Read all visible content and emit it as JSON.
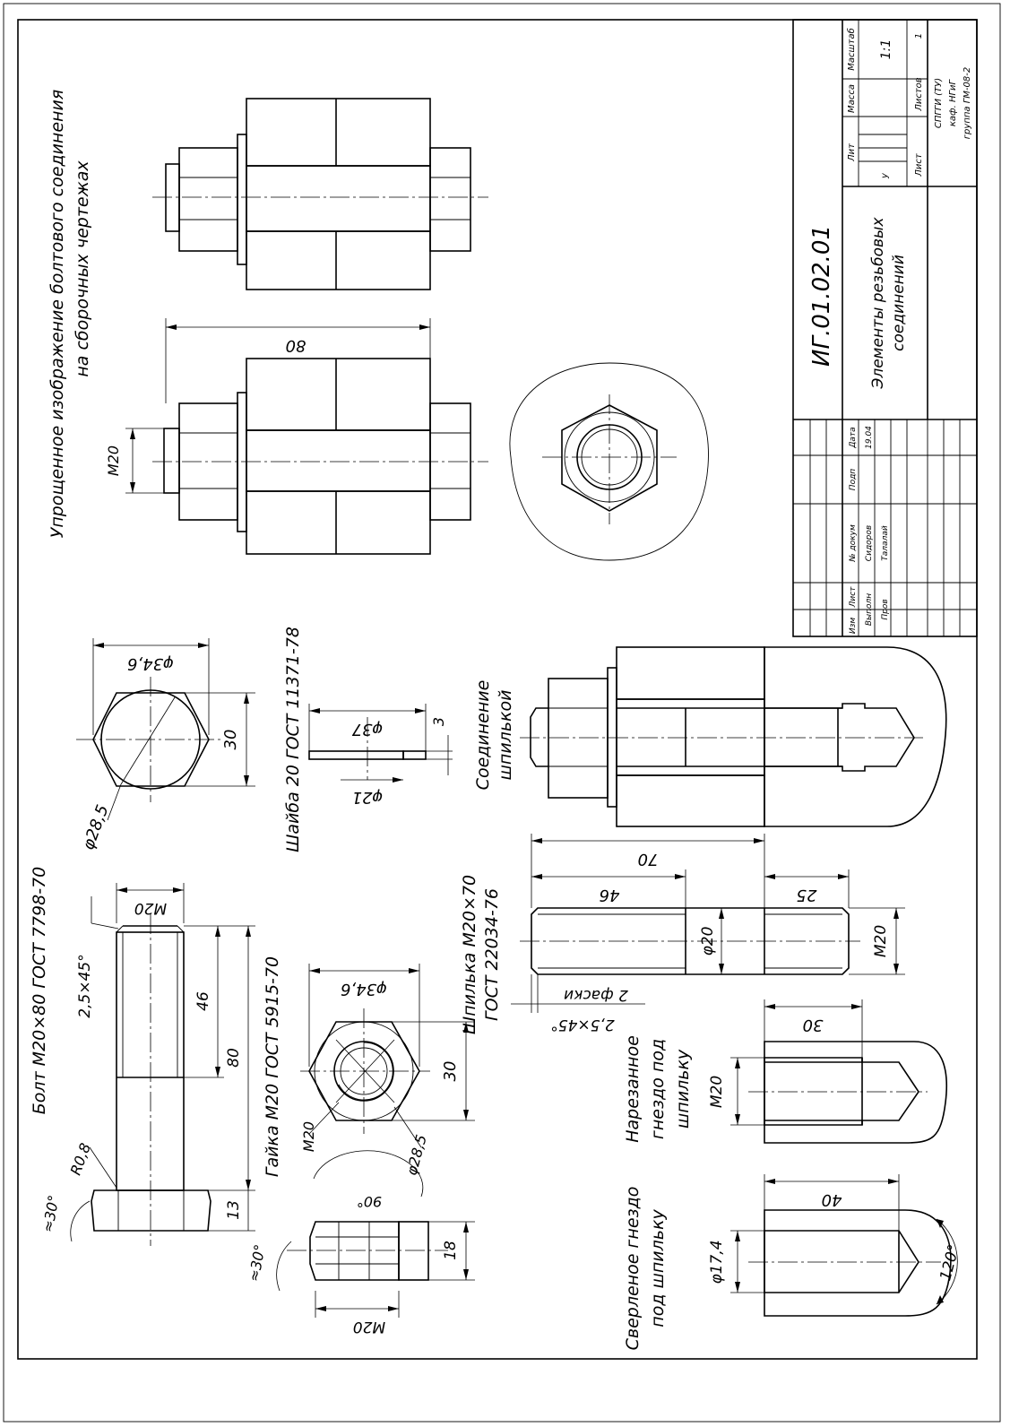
{
  "title_block": {
    "doc_code": "ИГ.01.02.01",
    "title_line1": "Элементы резьбовых",
    "title_line2": "соединений",
    "org_line1": "СПГГИ (ТУ)",
    "org_line2": "каф. НГиГ",
    "org_line3": "группа ГМ-08-2",
    "scale_header": "Масштаб",
    "scale_value": "1:1",
    "mass_header": "Масса",
    "lit_header": "Лит",
    "lit_value": "у",
    "sheet_header": "Лист",
    "sheets_header": "Листов",
    "sheets_value": "1",
    "izm_header": "Изм",
    "list_header": "Лист",
    "ndoc_header": "№ докум",
    "sign_header": "Подп",
    "date_header": "Дата",
    "role_developer": "Выполн",
    "developer_name": "Сидоров",
    "role_checker": "Пров",
    "checker_name": "Талалай",
    "date_value": "19.04"
  },
  "captions": {
    "simplified_line1": "Упрощенное изображение болтового соединения",
    "simplified_line2": "на сборочных чертежах",
    "bolt": "Болт М20×80 ГОСТ 7798-70",
    "nut": "Гайка М20 ГОСТ 5915-70",
    "washer": "Шайба 20 ГОСТ 11371-78",
    "stud_line1": "Шпилька М20×70",
    "stud_line2": "ГОСТ 22034-76",
    "stud_joint_line1": "Соединение",
    "stud_joint_line2": "шпилькой",
    "drilled_line1": "Сверленое гнездо",
    "drilled_line2": "под шпильку",
    "threaded_line1": "Нарезанное",
    "threaded_line2": "гнездо под",
    "threaded_line3": "шпильку"
  },
  "dimensions": {
    "bolted_length": "80",
    "bolted_thread": "М20",
    "bolt_chamfer": "2,5×45°",
    "bolt_thread_dia": "М20",
    "bolt_thread_len": "46",
    "bolt_length": "80",
    "bolt_head_h": "13",
    "bolt_fillet": "R0,8",
    "bolt_angle": "≈30°",
    "hex_across_corners": "φ34,6",
    "hex_across_flats": "30",
    "hex_circle": "φ28,5",
    "washer_outer": "φ37",
    "washer_inner": "φ21",
    "washer_thickness": "3",
    "nut_across_corners": "φ34,6",
    "nut_across_flats": "30",
    "nut_circle": "φ28,5",
    "nut_thread": "М20",
    "nut_cone": "90°",
    "nut_height": "18",
    "nut_angle": "≈30°",
    "nut_side_thread": "М20",
    "stud_total": "70",
    "stud_long_thread": "46",
    "stud_short_thread": "25",
    "stud_dia": "φ20",
    "stud_thread": "М20",
    "stud_chamfer_note": "2 фаски",
    "stud_chamfer": "2,5×45°",
    "threaded_depth": "30",
    "threaded_dia": "М20",
    "drilled_depth": "40",
    "drilled_dia": "φ17,4",
    "drill_angle": "120°"
  }
}
